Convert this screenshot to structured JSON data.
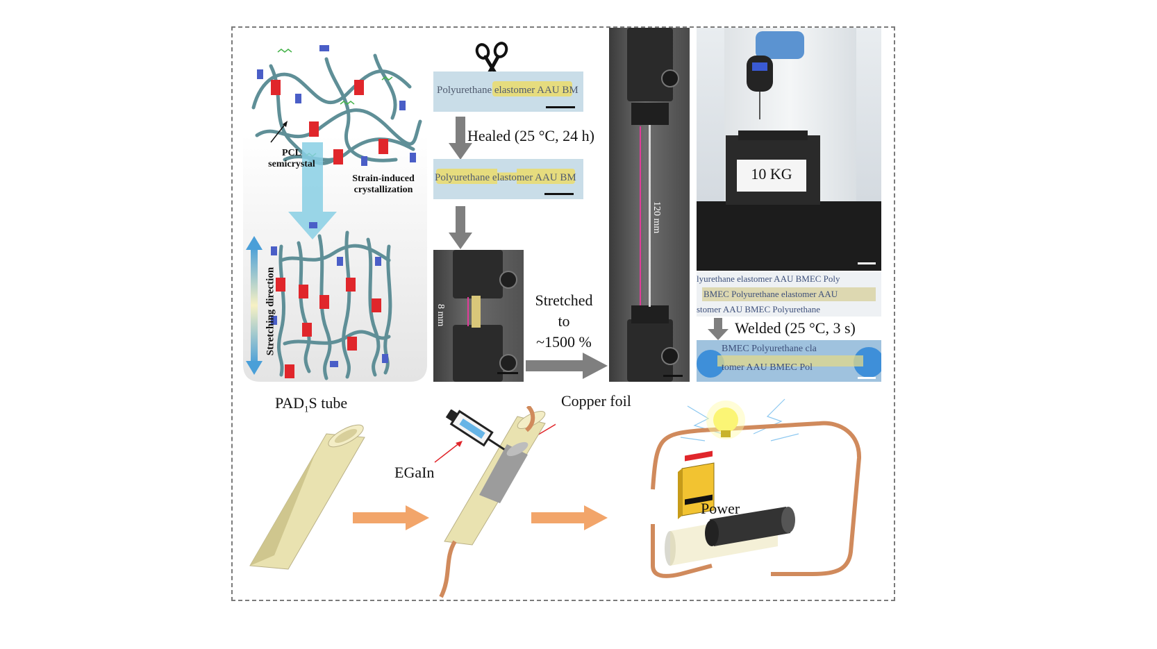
{
  "schematic": {
    "pcl_line1": "PCL",
    "pcl_line2": "semicrystal",
    "strain_line1": "Strain-induced",
    "strain_line2": "crystallization",
    "stretching_direction": "Stretching direction"
  },
  "healing": {
    "strip_text": "Polyurethane elastomer AAU BM",
    "strip_text_healed": "Polyurethane elastomer AAU BM",
    "healed_label": "Healed (25 °C, 24 h)"
  },
  "stretch": {
    "gauge_label": "8 mm",
    "stretched_line1": "Stretched",
    "stretched_line2": "to",
    "stretched_line3": "~1500 %",
    "length_label": "120 mm"
  },
  "load": {
    "weight_label": "10 KG"
  },
  "welding": {
    "text_row1": "lyurethane elastomer AAU BMEC Poly",
    "text_row2": "BMEC  Polyurethane  elastomer  AAU",
    "text_row3": "stomer  AAU  BMEC  Polyurethane",
    "welded_label": "Welded (25 °C, 3 s)",
    "welded_row1": "BMEC  Polyurethane  cla",
    "welded_row2": "tomer  AAU  BMEC  Pol"
  },
  "device": {
    "tube_label_prefix": "PAD",
    "tube_label_sub": "1",
    "tube_label_suffix": "S tube",
    "copper_label": "Copper foil",
    "egain_label": "EGaIn",
    "power_label": "Power"
  },
  "colors": {
    "arrow_gray": "#7f7f7f",
    "arrow_orange": "#f2a56a",
    "crystal_red": "#e0262b",
    "link_blue": "#4a5ec7",
    "chain_teal": "#5f8f97",
    "copper": "#d08a5c",
    "tube_cream": "#e9e2b0"
  }
}
